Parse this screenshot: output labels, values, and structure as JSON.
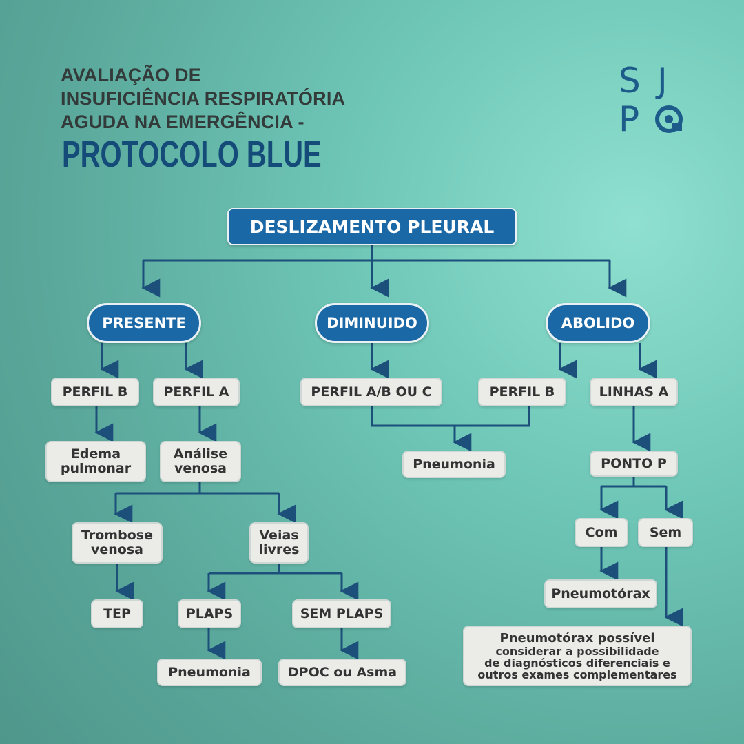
{
  "title": {
    "line1": "AVALIAÇÃO DE",
    "line2": "INSUFICIÊNCIA RESPIRATÓRIA",
    "line3": "AGUDA NA EMERGÊNCIA -",
    "subtitle": "PROTOCOLO BLUE"
  },
  "logo": {
    "l1": "S",
    "l2": "J",
    "l3": "P"
  },
  "colors": {
    "accent": "#1b68a6",
    "line": "#1c4f7a",
    "node": "#ebebe8"
  },
  "nodes": {
    "root": "DESLIZAMENTO PLEURAL",
    "presente": "PRESENTE",
    "diminuido": "DIMINUIDO",
    "abolido": "ABOLIDO",
    "perfil_b_left": "PERFIL B",
    "perfil_a": "PERFIL A",
    "perfil_abc": "PERFIL A/B OU C",
    "perfil_b_right": "PERFIL B",
    "linhas_a": "LINHAS A",
    "edema": [
      "Edema",
      "pulmonar"
    ],
    "analise": [
      "Análise",
      "venosa"
    ],
    "pneumonia_mid": "Pneumonia",
    "ponto_p": "PONTO P",
    "trombose": [
      "Trombose",
      "venosa"
    ],
    "veias": [
      "Veias",
      "livres"
    ],
    "com": "Com",
    "sem": "Sem",
    "tep": "TEP",
    "plaps": "PLAPS",
    "sem_plaps": "SEM PLAPS",
    "pneumotorax": "Pneumotórax",
    "pneumonia_bottom": "Pneumonia",
    "dpoc": "DPOC ou Asma",
    "possivel": [
      "Pneumotórax possível",
      "considerar a possibilidade",
      "de diagnósticos diferenciais e",
      "outros exames complementares"
    ]
  }
}
